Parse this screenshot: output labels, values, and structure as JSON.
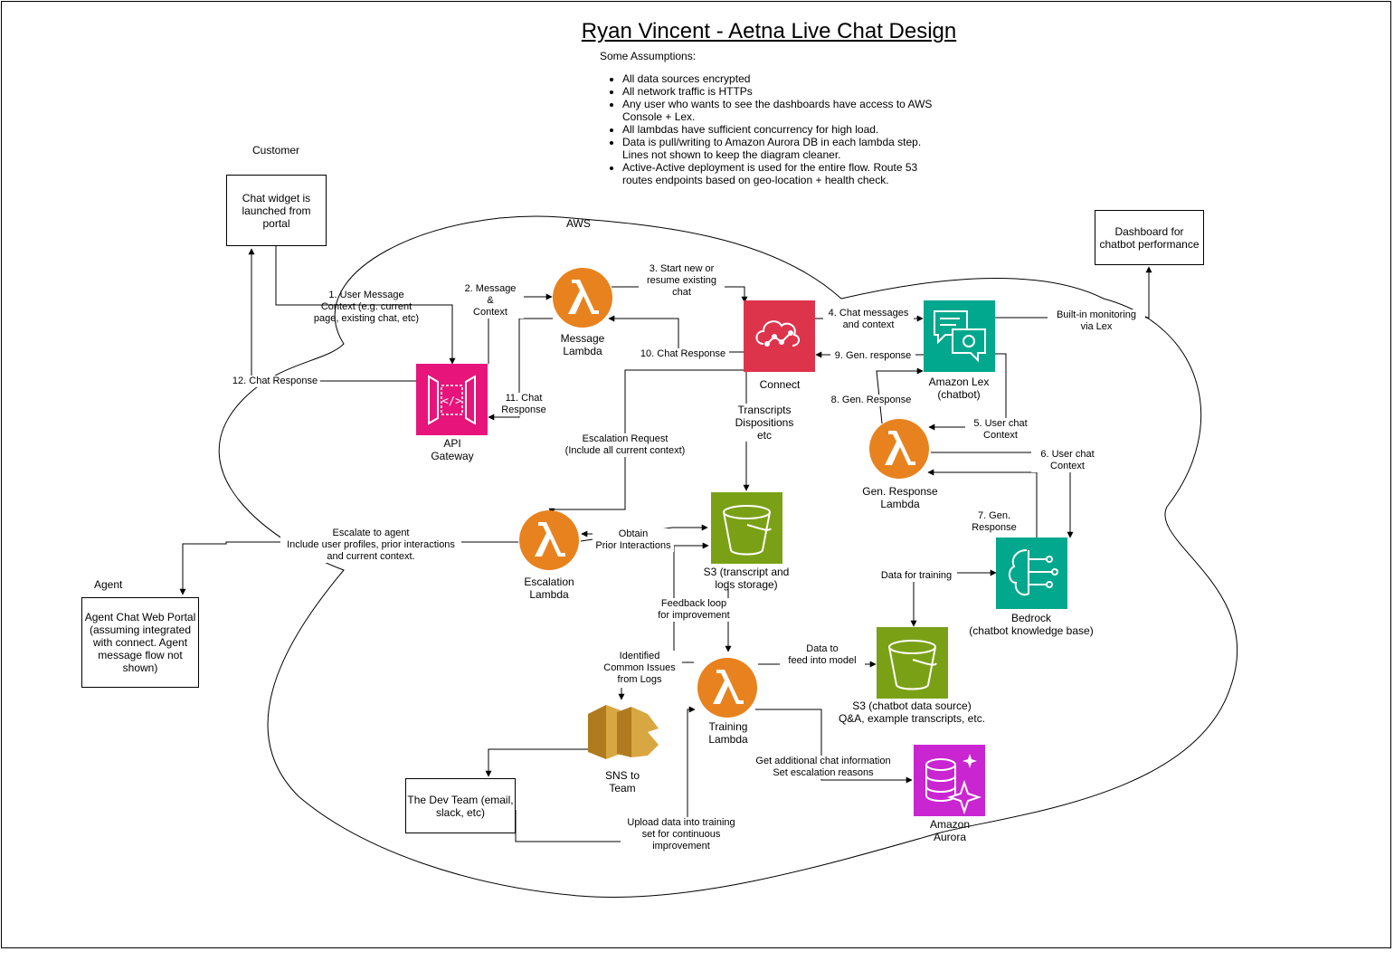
{
  "title": "Ryan Vincent - Aetna Live Chat Design",
  "assumptions": {
    "heading": "Some Assumptions:",
    "items": [
      "All data sources encrypted",
      "All network traffic is HTTPs",
      "Any user who wants to see the dashboards have access to AWS Console + Lex.",
      "All lambdas have sufficient concurrency for high load.",
      "Data is pull/writing to Amazon Aurora DB in each lambda step. Lines not shown to keep the diagram cleaner.",
      "Active-Active deployment is used for the entire flow. Route 53 routes endpoints based on geo-location + health check."
    ]
  },
  "labels": {
    "customer": "Customer",
    "agent": "Agent",
    "aws": "AWS"
  },
  "boxes": {
    "chat_widget": "Chat widget is\nlaunched from\nportal",
    "dashboard": "Dashboard for\nchatbot performance",
    "agent_portal": "Agent Chat Web Portal\n(assuming integrated\nwith connect. Agent\nmessage flow not\nshown)",
    "dev_team": "The Dev Team (email,\nslack, etc)"
  },
  "nodes": {
    "message_lambda": "Message\nLambda",
    "connect": "Connect",
    "api_gateway": "API\nGateway",
    "lex": "Amazon Lex\n(chatbot)",
    "gen_response_lambda": "Gen. Response\nLambda",
    "s3_transcript": "S3 (transcript and\nlogs storage)",
    "escalation_lambda": "Escalation\nLambda",
    "bedrock": "Bedrock\n(chatbot knowledge base)",
    "s3_chatbot": "S3 (chatbot data source)\nQ&A, example transcripts, etc.",
    "training_lambda": "Training\nLambda",
    "sns": "SNS to\nTeam",
    "aurora": "Amazon\nAurora"
  },
  "edges": {
    "e1": "1. User Message\nContext (e.g. current\npage, existing chat, etc)",
    "e2": "2. Message\n&\nContext",
    "e3": "3. Start new or\nresume existing\nchat",
    "e4": "4. Chat messages\nand context",
    "e5": "5. User chat\nContext",
    "e6": "6. User chat\nContext",
    "e7": "7. Gen.\nResponse",
    "e8": "8. Gen. Response",
    "e9": "9. Gen. response",
    "e10": "10. Chat Response",
    "e11": "11. Chat\nResponse",
    "e12": "12. Chat Response",
    "monitoring": "Built-in monitoring\nvia Lex",
    "transcripts": "Transcripts\nDispositions\netc",
    "escalation_request": "Escalation Request\n(Include all current context)",
    "escalate_agent": "Escalate to agent\nInclude user profiles, prior interactions\nand current context.",
    "obtain_prior": "Obtain\nPrior Interactions",
    "feedback": "Feedback loop\nfor improvement",
    "data_training": "Data for training",
    "feed_model": "Data to\nfeed into model",
    "common_issues": "Identified\nCommon Issues\nfrom Logs",
    "chat_info": "Get additional chat information\nSet escalation reasons",
    "upload_data": "Upload data into training\nset for continuous\nimprovement"
  },
  "colors": {
    "lambda": "#E8821E",
    "connect": "#DD344C",
    "api_gateway": "#E7157B",
    "lex": "#01A88D",
    "s3": "#7AA116",
    "aurora": "#C925D1",
    "sns": "#D9A741"
  }
}
